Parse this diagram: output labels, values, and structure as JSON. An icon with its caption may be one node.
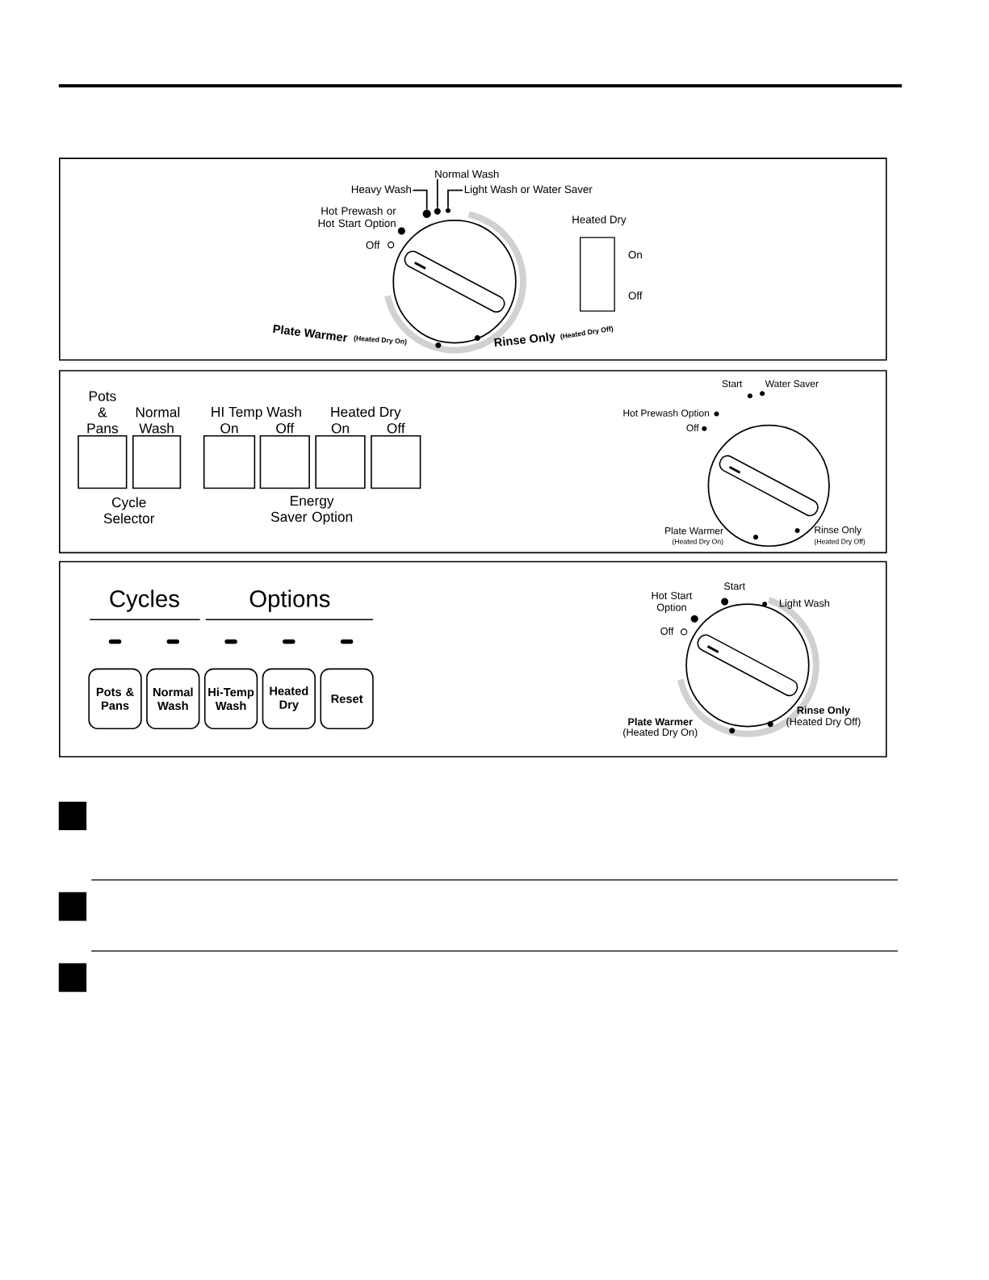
{
  "diagram": {
    "nodes": [
      {
        "text": [
          "Heavy Wash"
        ]
      },
      {
        "text": [
          "Normal Wash"
        ]
      },
      {
        "text": [
          "Light Wash or Water Saver"
        ]
      },
      {
        "text": [],
        "shape": "circle"
      },
      {
        "text": [],
        "shape": "circle"
      },
      {
        "text": [],
        "shape": "circle"
      },
      {
        "text": [
          "Heated Dry"
        ],
        "beside": [
          "On",
          "Off"
        ]
      },
      {
        "text": [
          "Pots & Pans"
        ]
      },
      {
        "text": [
          "Normal Wash"
        ]
      },
      {
        "text": [
          "On"
        ]
      },
      {
        "text": [
          "Off"
        ]
      },
      {
        "text": [
          "On"
        ]
      },
      {
        "text": [
          "Off"
        ]
      },
      {
        "text": [
          "Pots & Pans"
        ]
      },
      {
        "text": [
          "Normal Wash"
        ]
      },
      {
        "text": [
          "Hi-Temp Wash"
        ]
      },
      {
        "text": [
          "Heated Dry"
        ]
      },
      {
        "text": [
          "Reset"
        ]
      }
    ],
    "edges": [
      {
        "from": 0,
        "to": 3,
        "arrow": "none"
      },
      {
        "from": 1,
        "to": 4,
        "arrow": "none"
      },
      {
        "from": 2,
        "to": 5,
        "arrow": "none"
      }
    ],
    "labels": [
      "Hot Prewash or Hot Start Option",
      "Off",
      "Plate Warmer",
      "(Heated Dry On)",
      "Rinse Only",
      "(Heated Dry Off)",
      "HI Temp Wash",
      "Heated Dry",
      "Cycle Selector",
      "Energy Saver Option",
      "Start",
      "Water Saver",
      "Hot Prewash Option",
      "Off",
      "Plate Warmer",
      "(Heated Dry On)",
      "Rinse Only",
      "(Heated Dry Off)",
      "Cycles",
      "Options",
      "Hot Start Option",
      "Start",
      "Light Wash",
      "Off",
      "Plate Warmer",
      "(Heated Dry On)",
      "Rinse Only",
      "(Heated Dry Off)"
    ]
  }
}
